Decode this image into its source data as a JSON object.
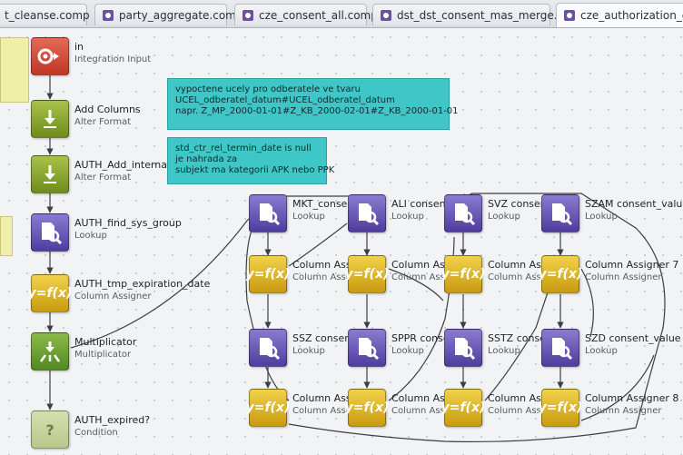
{
  "tabs": [
    {
      "label": "t_cleanse.comp",
      "icon": "component-file-icon",
      "active": false
    },
    {
      "label": "party_aggregate.comp",
      "icon": "component-file-icon",
      "active": false
    },
    {
      "label": "cze_consent_all.comp",
      "icon": "component-file-icon",
      "active": false
    },
    {
      "label": "dst_dst_consent_mas_merge.comp",
      "icon": "component-file-icon",
      "active": false
    },
    {
      "label": "cze_authorization_cleanse",
      "icon": "component-file-icon",
      "active": true
    }
  ],
  "main_nodes": [
    {
      "title": "in",
      "type": "Integration Input",
      "icon": "integration-input-icon"
    },
    {
      "title": "Add Columns",
      "type": "Alter Format",
      "icon": "alter-format-icon"
    },
    {
      "title": "AUTH_Add_internal_columns",
      "type": "Alter Format",
      "icon": "alter-format-icon"
    },
    {
      "title": "AUTH_find_sys_group",
      "type": "Lookup",
      "icon": "lookup-icon"
    },
    {
      "title": "AUTH_tmp_expiration_date",
      "type": "Column Assigner",
      "icon": "column-assigner-icon"
    },
    {
      "title": "Multiplicator",
      "type": "Multiplicator",
      "icon": "multiplicator-icon"
    },
    {
      "title": "AUTH_expired?",
      "type": "Condition",
      "icon": "condition-icon"
    }
  ],
  "notes": [
    {
      "lines": [
        "vypoctene ucely pro odberatele ve tvaru",
        "UCEL_odberatel_datum#UCEL_odberatel_datum",
        "napr. Z_MP_2000-01-01#Z_KB_2000-02-01#Z_KB_2000-01-01"
      ]
    },
    {
      "lines": [
        "std_ctr_rel_termin_date is null",
        "je nahrada za",
        "subjekt ma kategorii APK nebo PPK"
      ]
    }
  ],
  "grid_nodes": {
    "row1": [
      {
        "title": "MKT_consent_",
        "type": "Lookup"
      },
      {
        "title": "ALI consent_v",
        "type": "Lookup"
      },
      {
        "title": "SVZ consent_",
        "type": "Lookup"
      },
      {
        "title": "SZAM consent_value",
        "type": "Lookup"
      }
    ],
    "row2": [
      {
        "title": "Column Assigr",
        "type": "Column Assigr"
      },
      {
        "title": "Column Assigr",
        "type": "Column Assigr"
      },
      {
        "title": "Column Assigr",
        "type": "Column Assigr"
      },
      {
        "title": "Column Assigner 7",
        "type": "Column Assigner"
      }
    ],
    "row3": [
      {
        "title": "SSZ consent_",
        "type": "Lookup"
      },
      {
        "title": "SPPR consent",
        "type": "Lookup"
      },
      {
        "title": "SSTZ consent",
        "type": "Lookup"
      },
      {
        "title": "SZD consent_value",
        "type": "Lookup"
      }
    ],
    "row4": [
      {
        "title": "Column Assigr",
        "type": "Column Assigr"
      },
      {
        "title": "Column Assigr",
        "type": "Column Assigr"
      },
      {
        "title": "Column Assigr",
        "type": "Column Assigr"
      },
      {
        "title": "Column Assigner 8",
        "type": "Column Assigner"
      }
    ]
  },
  "icon_glyphs": {
    "assigner": "y=f(x)",
    "condition": "?"
  }
}
